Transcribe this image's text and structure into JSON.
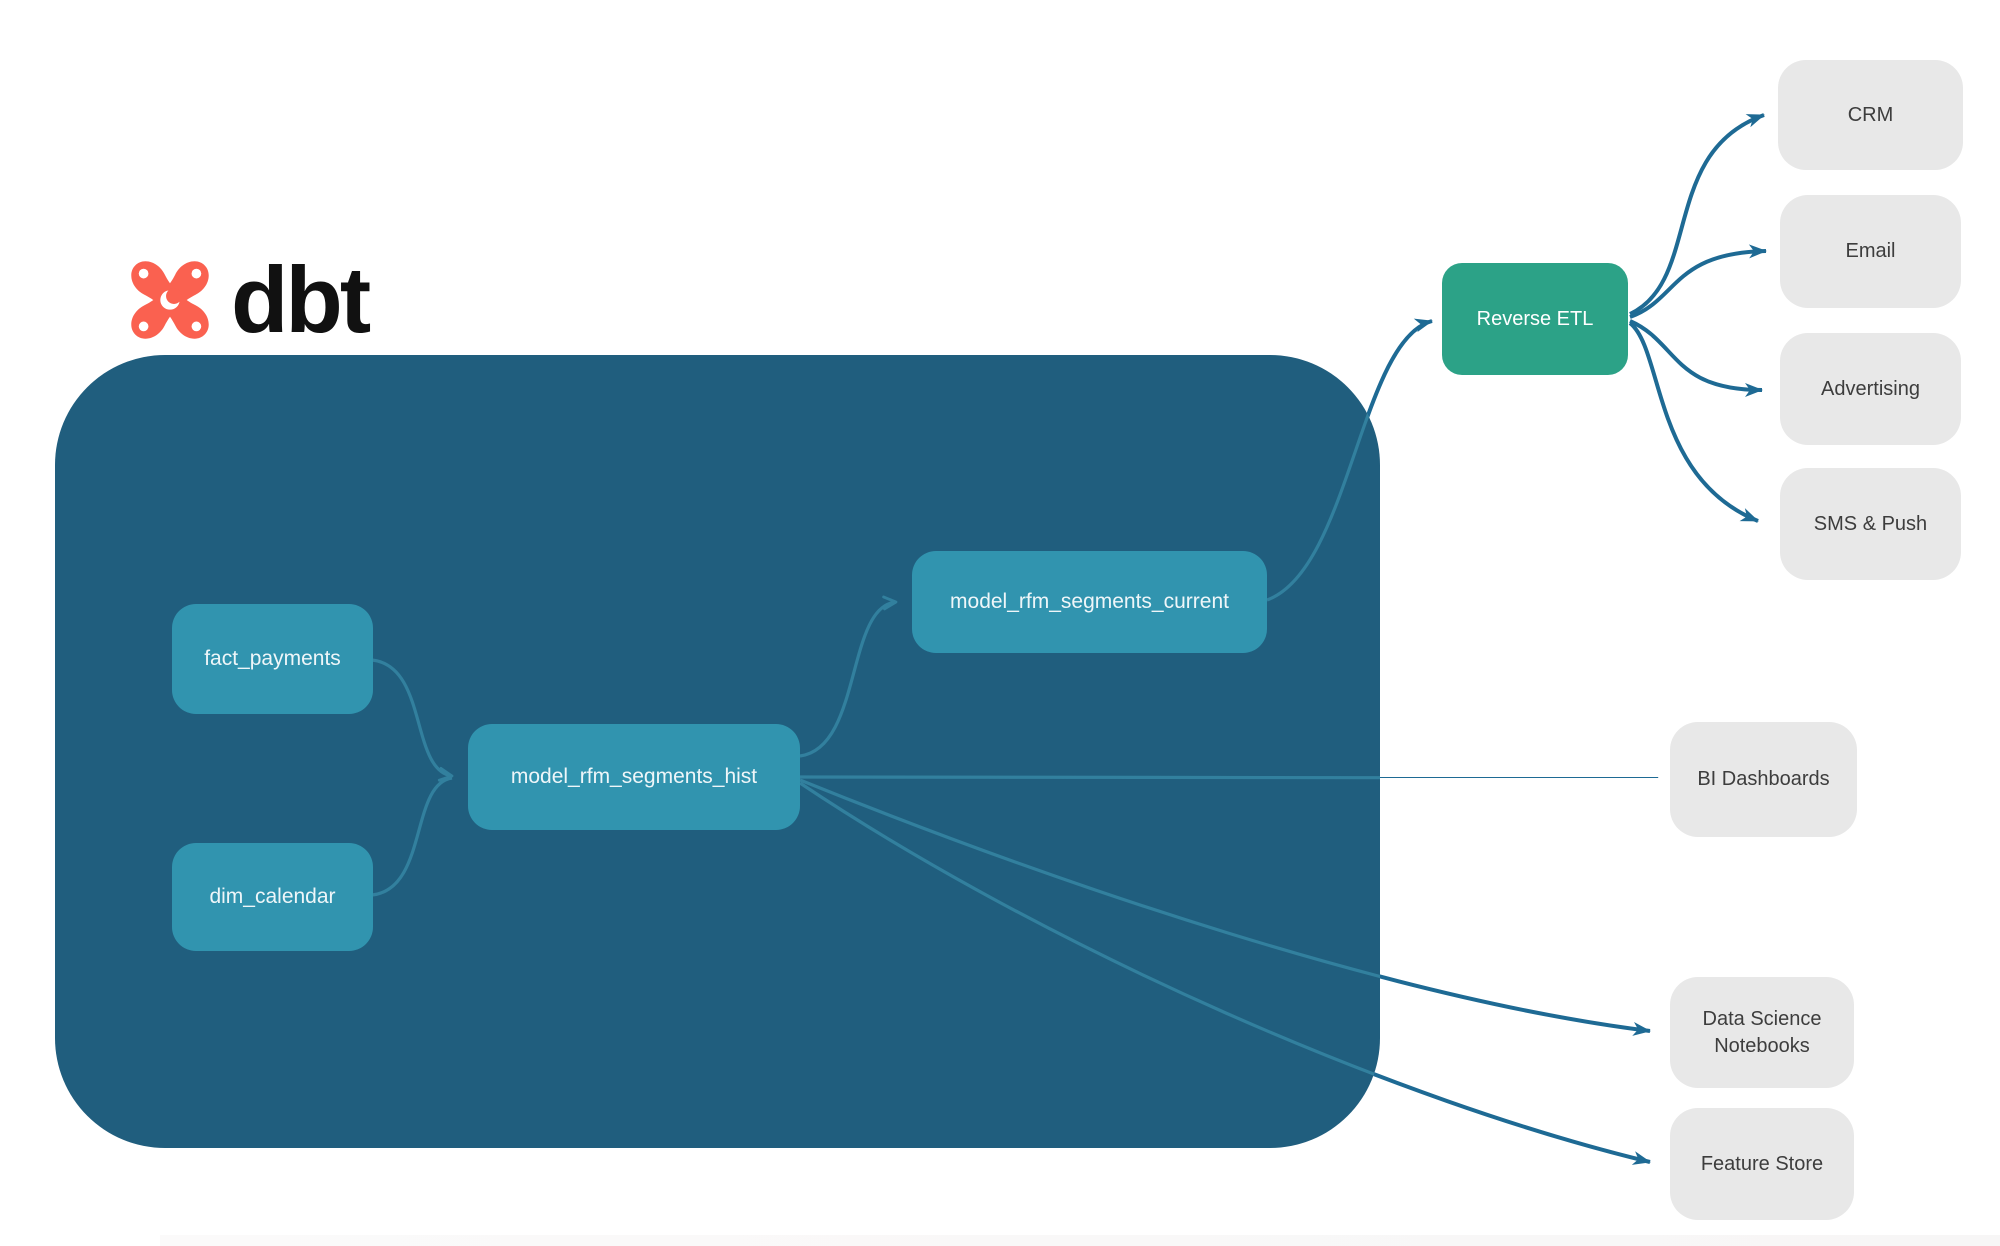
{
  "logo": {
    "brand": "dbt"
  },
  "nodes": {
    "fact_payments": {
      "label": "fact_payments"
    },
    "dim_calendar": {
      "label": "dim_calendar"
    },
    "model_rfm_segments_hist": {
      "label": "model_rfm_segments_hist"
    },
    "model_rfm_segments_current": {
      "label": "model_rfm_segments_current"
    },
    "reverse_etl": {
      "label": "Reverse ETL"
    },
    "crm": {
      "label": "CRM"
    },
    "email": {
      "label": "Email"
    },
    "advertising": {
      "label": "Advertising"
    },
    "sms_push": {
      "label": "SMS & Push"
    },
    "bi_dashboards": {
      "label": "BI Dashboards"
    },
    "data_science_notebooks": {
      "label": "Data Science Notebooks"
    },
    "feature_store": {
      "label": "Feature Store"
    }
  },
  "edges": [
    {
      "from": "fact_payments",
      "to": "model_rfm_segments_hist"
    },
    {
      "from": "dim_calendar",
      "to": "model_rfm_segments_hist"
    },
    {
      "from": "model_rfm_segments_hist",
      "to": "model_rfm_segments_current"
    },
    {
      "from": "model_rfm_segments_hist",
      "to": "bi_dashboards"
    },
    {
      "from": "model_rfm_segments_hist",
      "to": "data_science_notebooks"
    },
    {
      "from": "model_rfm_segments_hist",
      "to": "feature_store"
    },
    {
      "from": "model_rfm_segments_current",
      "to": "reverse_etl"
    },
    {
      "from": "reverse_etl",
      "to": "crm"
    },
    {
      "from": "reverse_etl",
      "to": "email"
    },
    {
      "from": "reverse_etl",
      "to": "advertising"
    },
    {
      "from": "reverse_etl",
      "to": "sms_push"
    }
  ],
  "colors": {
    "page_bg": "#ffffff",
    "warehouse_bg": "#205e7e",
    "model_node_bg": "#3194af",
    "model_node_text": "#eef6f9",
    "reverse_etl_bg": "#2ca287",
    "reverse_etl_text": "#ffffff",
    "destination_bg": "#e8e8e8",
    "destination_text": "#3d3d3d",
    "edge_outer": "#1e6a94",
    "edge_inner": "#32809e",
    "dbt_orange": "#fa6150",
    "dbt_text": "#111111"
  }
}
